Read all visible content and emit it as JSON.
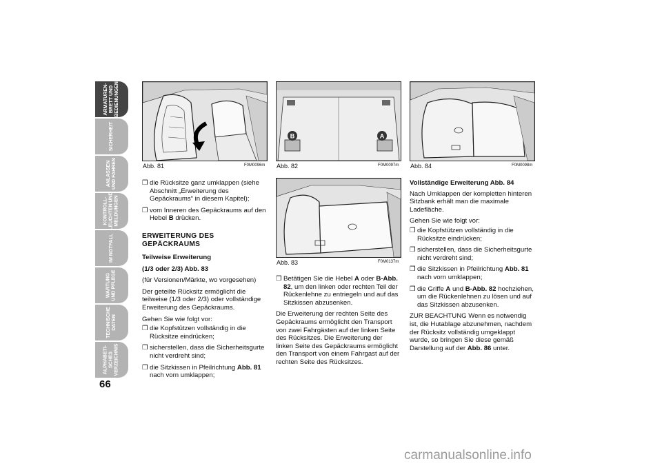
{
  "sidebar": {
    "tabs": [
      {
        "label": "ARMATUREN-\nBRETT UND\nBEDIENUNGEN",
        "active": true
      },
      {
        "label": "SICHERHEIT",
        "active": false
      },
      {
        "label": "ANLASSEN\nUND FAHREN",
        "active": false
      },
      {
        "label": "KONTROLL-\nLEUCHTEN UND\nMELDUNGEN",
        "active": false
      },
      {
        "label": "IM NOTFALL",
        "active": false
      },
      {
        "label": "WARTUNG\nUND PFLEGE",
        "active": false
      },
      {
        "label": "TECHNISCHE\nDATEN",
        "active": false
      },
      {
        "label": "ALPHABETI-\nSCHES\nVERZEICHNIS",
        "active": false
      }
    ],
    "page_number": "66"
  },
  "figures": {
    "abb81": {
      "caption": "Abb. 81",
      "code": "F0M0096m"
    },
    "abb82": {
      "caption": "Abb. 82",
      "code": "F0M0097m",
      "label_a": "A",
      "label_b": "B"
    },
    "abb83": {
      "caption": "Abb. 83",
      "code": "F0M0137m"
    },
    "abb84": {
      "caption": "Abb. 84",
      "code": "F0M0098m"
    }
  },
  "col1": {
    "b1": "die Rücksitze ganz umklappen (siehe Abschnitt „Erweiterung des Gepäckraums“ in diesem Kapitel);",
    "b2_pre": "vom Inneren des Gepäckraums auf den Hebel ",
    "b2_bold": "B",
    "b2_post": " drücken.",
    "heading": "ERWEITERUNG DES GEPÄCKRAUMS",
    "sub1": "Teilweise Erweiterung",
    "sub2": "(1/3 oder 2/3) Abb. 83",
    "p1": "(für Versionen/Märkte, wo vorgesehen)",
    "p2": "Der geteilte Rücksitz ermöglicht die teilweise (1/3 oder 2/3) oder vollständige Erweiterung des Gepäckraums.",
    "p3": "Gehen Sie wie folgt vor:",
    "b3": "die Kopfstützen vollständig in die Rücksitze eindrücken;",
    "b4": "sicherstellen, dass die Sicherheitsgurte nicht verdreht sind;",
    "b5_pre": "die Sitzkissen in Pfeilrichtung ",
    "b5_bold": "Abb. 81",
    "b5_post": " nach vorn umklappen;"
  },
  "col2": {
    "b1_pre": "Betätigen Sie die Hebel ",
    "b1_a": "A",
    "b1_mid": " oder ",
    "b1_ref": "B-Abb. 82",
    "b1_post": ", um den linken oder rechten Teil der Rückenlehne zu entriegeln und auf das Sitzkissen abzusenken.",
    "p1": "Die Erweiterung der rechten Seite des Gepäckraums ermöglicht den Transport von zwei Fahrgästen auf der linken Seite des Rücksitzes. Die Erweiterung der linken Seite des Gepäckraums ermöglicht den Transport von einem Fahrgast auf der rechten Seite des Rücksitzes."
  },
  "col3": {
    "heading": "Vollständige Erweiterung Abb. 84",
    "p1": "Nach Umklappen der kompletten hinteren Sitzbank erhält man die maximale Ladefläche.",
    "p2": "Gehen Sie wie folgt vor:",
    "b1": "die Kopfstützen vollständig in die Rücksitze eindrücken;",
    "b2": "sicherstellen, dass die Sicherheitsgurte nicht verdreht sind;",
    "b3_pre": "die Sitzkissen in Pfeilrichtung ",
    "b3_bold": "Abb. 81",
    "b3_post": " nach vorn umklappen;",
    "b4_pre": "die Griffe ",
    "b4_a": "A",
    "b4_mid": " und ",
    "b4_ref": "B-Abb. 82",
    "b4_post": " hochziehen, um die Rückenlehnen zu lösen und auf das Sitzkissen abzusenken.",
    "p3_pre": "ZUR BEACHTUNG Wenn es notwendig ist, die Hutablage abzunehmen, nachdem der Rücksitz vollständig umgeklappt wurde, so bringen Sie diese gemäß Darstellung auf der ",
    "p3_bold": "Abb. 86",
    "p3_post": " unter."
  },
  "watermark": "carmanualsonline.info",
  "bullet_glyph": "❒"
}
